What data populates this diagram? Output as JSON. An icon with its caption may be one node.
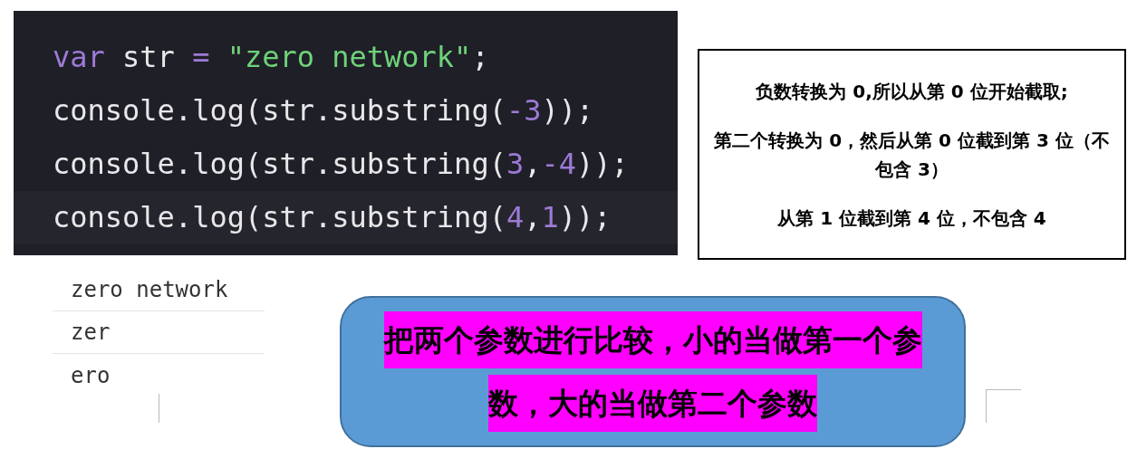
{
  "diagram": {
    "nodes": [
      {
        "text": [
          "var str = \"zero network\";",
          "console.log(str.substring(-3));",
          "console.log(str.substring(3,-4));",
          "console.log(str.substring(4,1));"
        ]
      },
      {
        "text": [
          "负数转换为 0,所以从第 0 位开始截取;",
          "第二个转换为 0，然后从第 0 位截到第 3 位（不包含 3）",
          "从第 1 位截到第 4 位，不包含 4"
        ]
      },
      {
        "text": [
          "把两个参数进行比较，小的当做第一个参数，大的当做第二个参数"
        ]
      }
    ],
    "edges": [],
    "labels": [
      "zero network",
      "zer",
      "ero"
    ]
  }
}
